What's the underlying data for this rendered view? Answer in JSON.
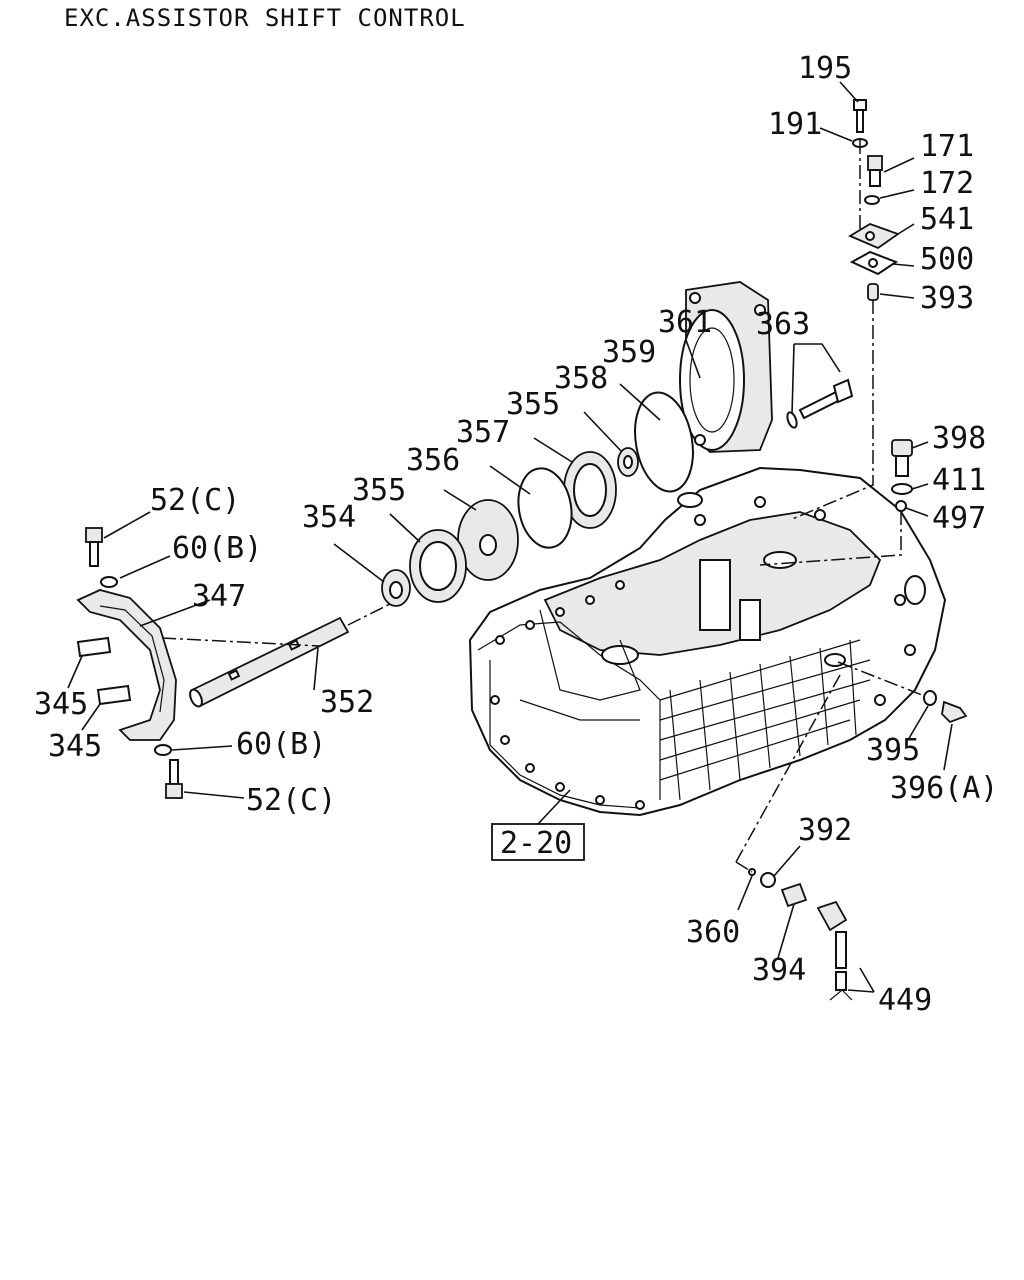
{
  "title": "EXC.ASSISTOR SHIFT CONTROL",
  "ref_box": "2-20",
  "callouts": {
    "c195": "195",
    "c191": "191",
    "c171": "171",
    "c172": "172",
    "c541": "541",
    "c500": "500",
    "c393": "393",
    "c361": "361",
    "c363": "363",
    "c359": "359",
    "c358": "358",
    "c355a": "355",
    "c357": "357",
    "c356": "356",
    "c355b": "355",
    "c354": "354",
    "c398": "398",
    "c411": "411",
    "c497": "497",
    "c52c_top": "52(C)",
    "c60b_top": "60(B)",
    "c347": "347",
    "c345a": "345",
    "c345b": "345",
    "c352": "352",
    "c60b_bot": "60(B)",
    "c52c_bot": "52(C)",
    "c395": "395",
    "c396a": "396(A)",
    "c392": "392",
    "c360": "360",
    "c394": "394",
    "c449": "449"
  }
}
